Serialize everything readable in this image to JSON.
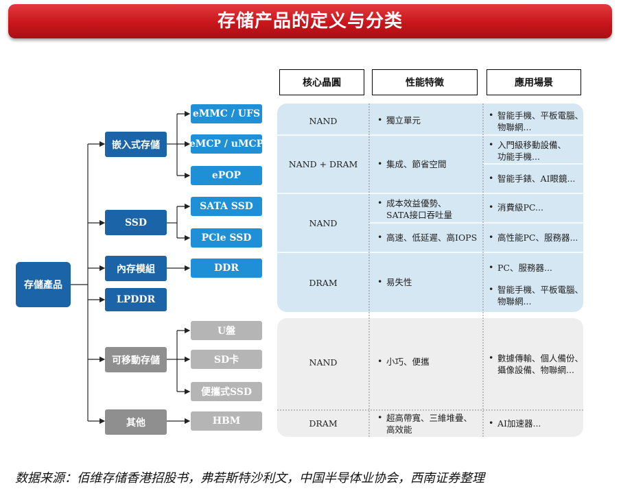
{
  "title": "存储产品的定义与分类",
  "tree": {
    "root": "存儲產品",
    "categories": [
      "嵌入式存儲",
      "SSD",
      "內存模組",
      "LPDDR",
      "可移動存儲",
      "其他"
    ],
    "leaves": [
      "eMMC / UFS",
      "eMCP / uMCP",
      "ePOP",
      "SATA SSD",
      "PCle SSD",
      "DDR",
      "U盤",
      "SD卡",
      "便攜式SSD",
      "HBM"
    ]
  },
  "table": {
    "headers": [
      "核心晶圓",
      "性能特徵",
      "應用場景"
    ],
    "wafers": [
      "NAND",
      "NAND + DRAM",
      "NAND",
      "DRAM",
      "NAND",
      "DRAM"
    ],
    "features": [
      "獨立單元",
      "集成、節省空間",
      [
        "成本效益優勢、",
        "SATA接口吞吐量"
      ],
      "高速、低延遲、高IOPS",
      "易失性",
      "小巧、便攜",
      [
        "超高帶寬、三維堆疊、",
        "高效能"
      ]
    ],
    "applications": [
      [
        "智能手機、平板電腦、",
        "物聯網..."
      ],
      [
        "入門級移動設備、",
        "功能手機..."
      ],
      "智能手錶、AI眼鏡...",
      "消費級PC...",
      "高性能PC、服務器...",
      "PC、服務器...",
      [
        "智能手機、平板電腦、",
        "物聯網..."
      ],
      [
        "數據傳輸、個人備份、",
        "攝像設備、物聯網..."
      ],
      "AI加速器..."
    ],
    "bullet": "•"
  },
  "colors": {
    "banner": "#c8161c",
    "dark_blue": "#1a64a7",
    "blue": "#1f8fd6",
    "gray_dark": "#8f8f8f",
    "gray_light": "#b5b5b5",
    "panel_blue": "#d5e7f3",
    "panel_gray": "#eeeeee"
  },
  "source": "数据来源：佰维存储香港招股书，弗若斯特沙利文，中国半导体业协会，西南证券整理"
}
